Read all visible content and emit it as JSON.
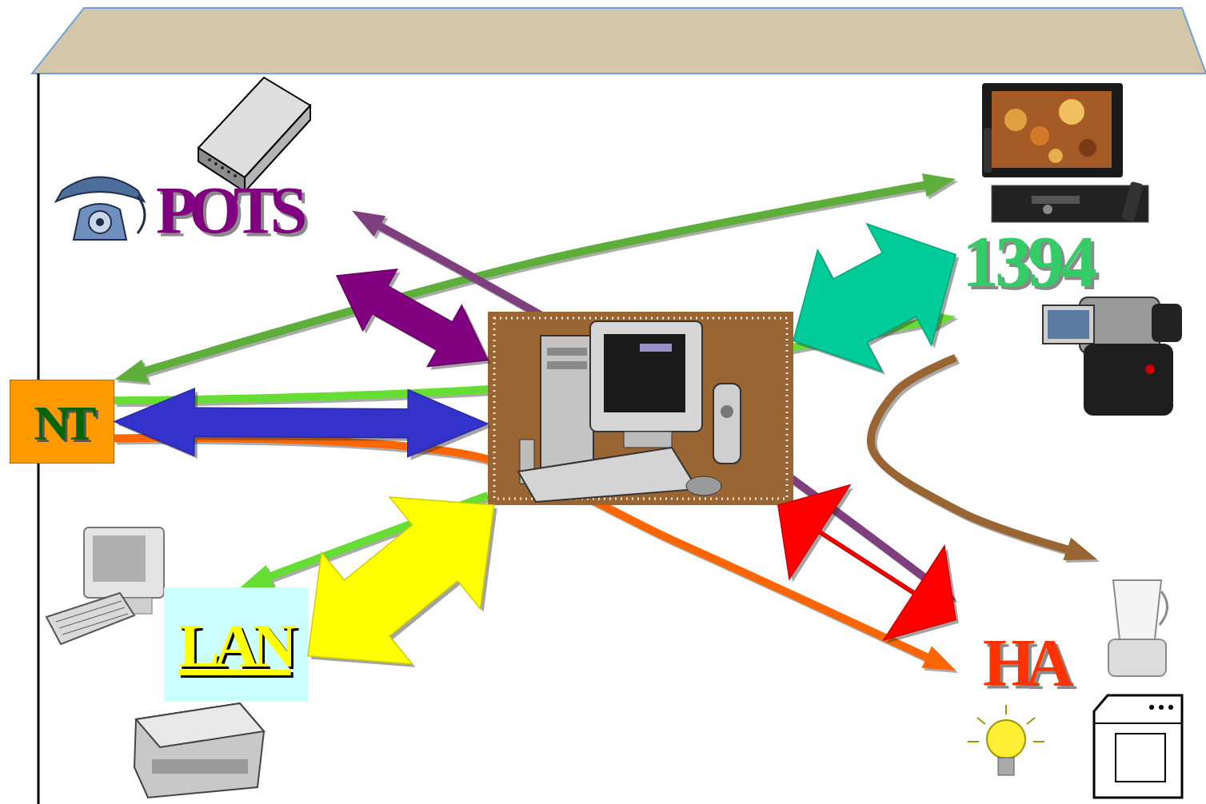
{
  "diagram": {
    "nodes": [
      {
        "text": [
          "POTS"
        ]
      },
      {
        "text": [
          "1394"
        ]
      },
      {
        "text": []
      },
      {
        "text": [
          "NT"
        ]
      },
      {
        "text": [
          "LAN"
        ]
      },
      {
        "text": [
          "HA"
        ]
      }
    ],
    "edges": [
      {
        "from": 2,
        "to": 0,
        "arrow": "both"
      },
      {
        "from": 3,
        "to": 1,
        "arrow": "both"
      },
      {
        "from": 3,
        "to": 2,
        "arrow": "both"
      },
      {
        "from": 3,
        "to": 1,
        "arrow": "to"
      },
      {
        "from": 3,
        "to": 5,
        "arrow": "to"
      },
      {
        "from": 2,
        "to": 1,
        "arrow": "both"
      },
      {
        "from": 2,
        "to": 4,
        "arrow": "to"
      },
      {
        "from": 2,
        "to": 4,
        "arrow": "both"
      },
      {
        "from": 2,
        "to": 5,
        "arrow": "both"
      },
      {
        "from": 1,
        "to": 5,
        "arrow": "to"
      },
      {
        "from": 0,
        "to": 5,
        "arrow": "both"
      }
    ]
  }
}
